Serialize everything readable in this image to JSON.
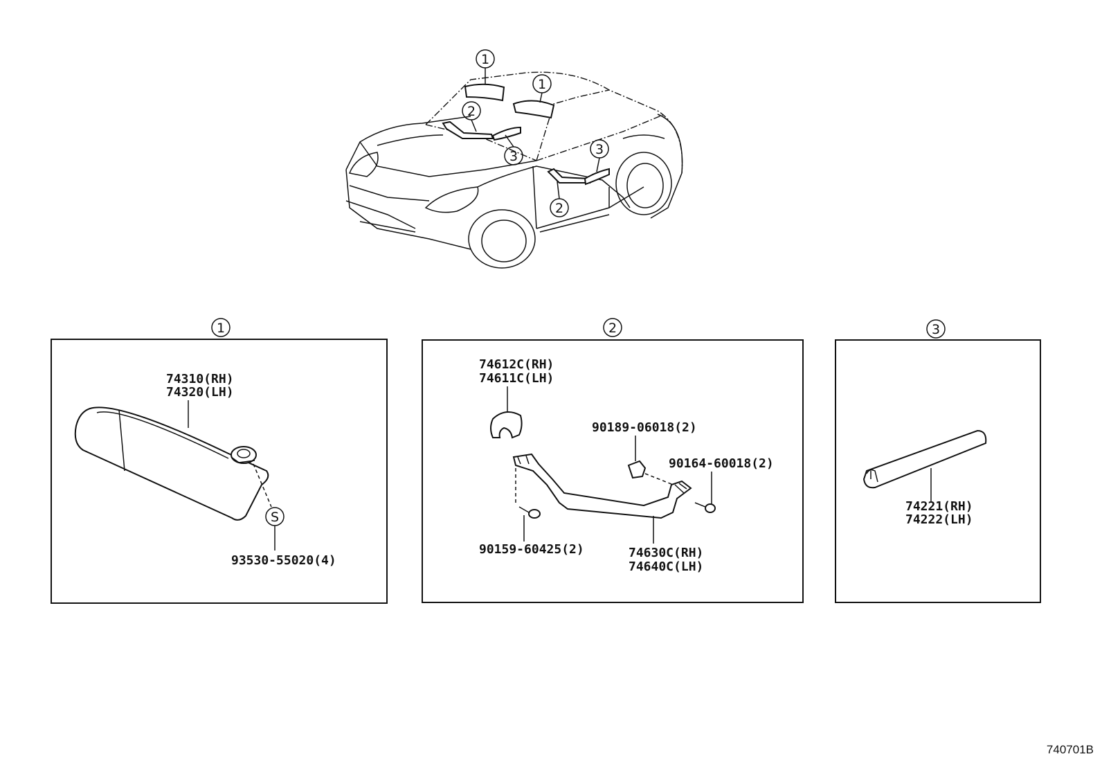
{
  "overview": {
    "callout_1a": "1",
    "callout_1b": "1",
    "callout_2a": "2",
    "callout_2b": "2",
    "callout_3a": "3",
    "callout_3b": "3"
  },
  "section_1": {
    "number": "1",
    "part_main_rh": "74310(RH)",
    "part_main_lh": "74320(LH)",
    "screw_symbol": "S",
    "screw_part": "93530-55020(4)"
  },
  "section_2": {
    "number": "2",
    "cover_rh": "74612C(RH)",
    "cover_lh": "74611C(LH)",
    "clip_part": "90189-06018(2)",
    "screw_part_right": "90164-60018(2)",
    "screw_part_left": "90159-60425(2)",
    "grip_rh": "74630C(RH)",
    "grip_lh": "74640C(LH)"
  },
  "section_3": {
    "number": "3",
    "part_rh": "74221(RH)",
    "part_lh": "74222(LH)"
  },
  "footer": {
    "diagram_code": "740701B"
  }
}
